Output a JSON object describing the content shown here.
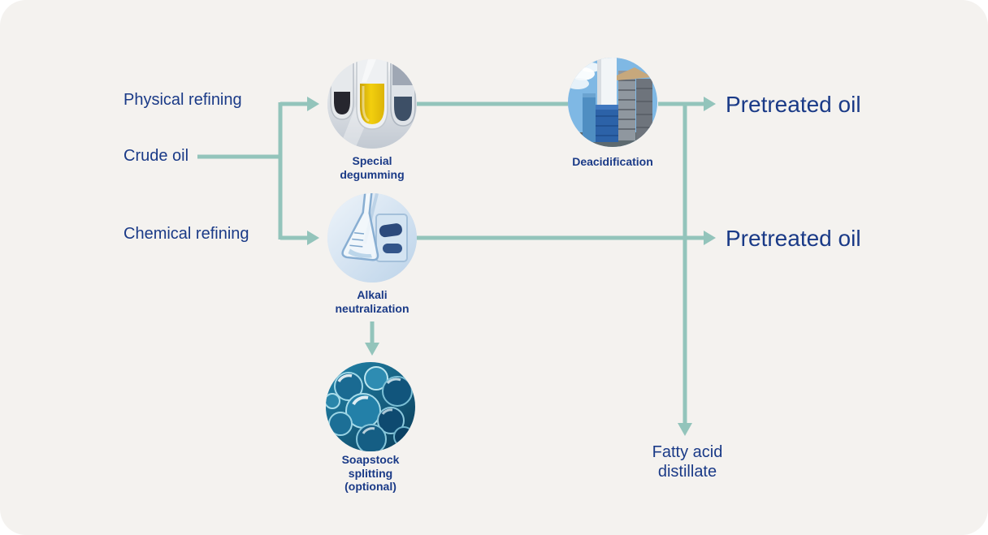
{
  "diagram": {
    "side_labels": {
      "physical_refining": "Physical refining",
      "crude_oil": "Crude oil",
      "chemical_refining": "Chemical refining"
    },
    "outputs": {
      "pretreated_oil_top": "Pretreated oil",
      "pretreated_oil_middle": "Pretreated oil",
      "fatty_acid_distillate": "Fatty acid distillate"
    },
    "nodes": [
      {
        "id": "special-degumming",
        "label": "Special degumming",
        "photo": "test-tubes-photo"
      },
      {
        "id": "deacidification",
        "label": "Deacidification",
        "photo": "refinery-plant-photo"
      },
      {
        "id": "alkali-neutralization",
        "label": "Alkali neutralization",
        "photo": "lab-flasks-photo"
      },
      {
        "id": "soapstock-splitting",
        "label": "Soapstock splitting (optional)",
        "photo": "soap-bubbles-photo"
      }
    ],
    "colors": {
      "arrow": "#93c4bb",
      "text": "#1a3a87",
      "card_background": "#f4f2ef",
      "page_background": "#ffffff"
    }
  }
}
